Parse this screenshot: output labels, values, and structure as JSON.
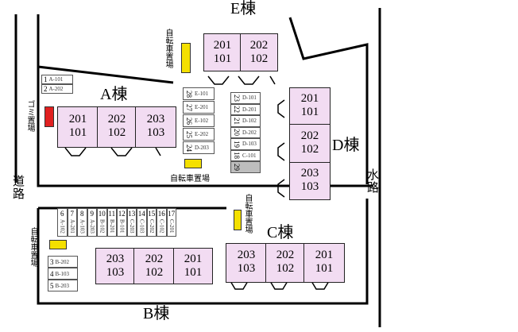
{
  "roads": {
    "left": "道路",
    "right": "水路"
  },
  "buildings": [
    {
      "id": "A",
      "label": "A棟",
      "units": [
        [
          "201",
          "101"
        ],
        [
          "202",
          "102"
        ],
        [
          "203",
          "103"
        ]
      ]
    },
    {
      "id": "B",
      "label": "B棟",
      "units": [
        [
          "203",
          "103"
        ],
        [
          "202",
          "102"
        ],
        [
          "201",
          "101"
        ]
      ]
    },
    {
      "id": "C",
      "label": "C棟",
      "units": [
        [
          "203",
          "103"
        ],
        [
          "202",
          "102"
        ],
        [
          "201",
          "101"
        ]
      ]
    },
    {
      "id": "D",
      "label": "D棟",
      "units": [
        [
          "201",
          "101"
        ],
        [
          "202",
          "102"
        ],
        [
          "203",
          "103"
        ]
      ]
    },
    {
      "id": "E",
      "label": "E棟",
      "units": [
        [
          "201",
          "101"
        ],
        [
          "202",
          "102"
        ]
      ]
    }
  ],
  "facilities": {
    "bike_parking_label": "自転車置場",
    "trash_label": "ゴミ置場"
  },
  "mailboxes": {
    "a_group": [
      {
        "num": "1",
        "code": "A-101"
      },
      {
        "num": "2",
        "code": "A-202"
      }
    ],
    "e_group": [
      {
        "num": "28",
        "code": "E-101"
      },
      {
        "num": "27",
        "code": "E-201"
      },
      {
        "num": "26",
        "code": "E-102"
      },
      {
        "num": "25",
        "code": "E-202"
      },
      {
        "num": "24",
        "code": "D-203"
      }
    ],
    "d_group": [
      {
        "num": "23",
        "code": "D-101"
      },
      {
        "num": "22",
        "code": "D-201"
      },
      {
        "num": "21",
        "code": "D-102"
      },
      {
        "num": "20",
        "code": "D-202"
      },
      {
        "num": "19",
        "code": "D-103"
      },
      {
        "num": "18",
        "code": "C-101"
      },
      {
        "num": "29",
        "code": ""
      }
    ],
    "b_group_top": [
      {
        "num": "6",
        "code": "A-102"
      },
      {
        "num": "7",
        "code": "A-201"
      },
      {
        "num": "8",
        "code": "A-103"
      },
      {
        "num": "9",
        "code": "A-203"
      },
      {
        "num": "10",
        "code": "B-102"
      },
      {
        "num": "11",
        "code": "B-201"
      },
      {
        "num": "12",
        "code": "B-101"
      },
      {
        "num": "13",
        "code": "C-203"
      },
      {
        "num": "14",
        "code": "C-103"
      },
      {
        "num": "15",
        "code": "C-202"
      },
      {
        "num": "16",
        "code": "C-102"
      },
      {
        "num": "17",
        "code": "C-201"
      }
    ],
    "b_group_left": [
      {
        "num": "3",
        "code": "B-202"
      },
      {
        "num": "4",
        "code": "B-103"
      },
      {
        "num": "5",
        "code": "B-203"
      }
    ]
  },
  "colors": {
    "unit_fill": "#f2dcf2",
    "bike": "#f4e000",
    "trash": "#e02020",
    "mail_gray": "#bdbdbd"
  }
}
